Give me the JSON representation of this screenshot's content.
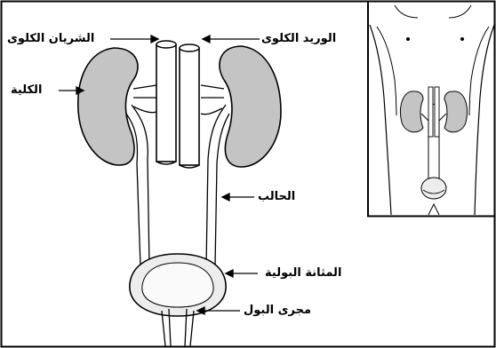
{
  "diagram": {
    "labels": {
      "renal_artery": "الشريان الكلوى",
      "renal_vein": "الوريد الكلوى",
      "kidney": "الكلية",
      "ureter": "الحالب",
      "bladder": "المثانة البولية",
      "urethra": "مجرى البول"
    }
  },
  "colors": {
    "kidney_fill": "#c4c4c4",
    "bladder_fill": "#ededed",
    "outline": "#000000",
    "background": "#ffffff"
  }
}
